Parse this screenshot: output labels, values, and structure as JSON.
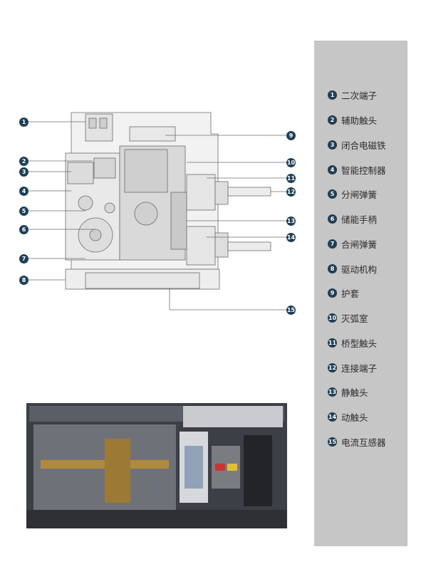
{
  "legend": [
    {
      "num": "1",
      "label": "二次端子"
    },
    {
      "num": "2",
      "label": "辅助触头"
    },
    {
      "num": "3",
      "label": "闭合电磁铁"
    },
    {
      "num": "4",
      "label": "智能控制器"
    },
    {
      "num": "5",
      "label": "分闸弹簧"
    },
    {
      "num": "6",
      "label": "储能手柄"
    },
    {
      "num": "7",
      "label": "合闸弹簧"
    },
    {
      "num": "8",
      "label": "驱动机构"
    },
    {
      "num": "9",
      "label": "护套"
    },
    {
      "num": "10",
      "label": "灭弧室"
    },
    {
      "num": "11",
      "label": "桥型触头"
    },
    {
      "num": "12",
      "label": "连接端子"
    },
    {
      "num": "13",
      "label": "静触头"
    },
    {
      "num": "14",
      "label": "动触头"
    },
    {
      "num": "15",
      "label": "电流互感器"
    }
  ],
  "callouts_left": [
    "1",
    "2",
    "3",
    "4",
    "5",
    "6",
    "7",
    "8"
  ],
  "callouts_right": [
    "9",
    "10",
    "11",
    "12",
    "13",
    "14",
    "15"
  ],
  "colors": {
    "callout": "#1f3f57",
    "legend_panel": "#c6c6c6",
    "drawing_line": "#6b6b6b",
    "photo_dark": "#3c3f45"
  }
}
